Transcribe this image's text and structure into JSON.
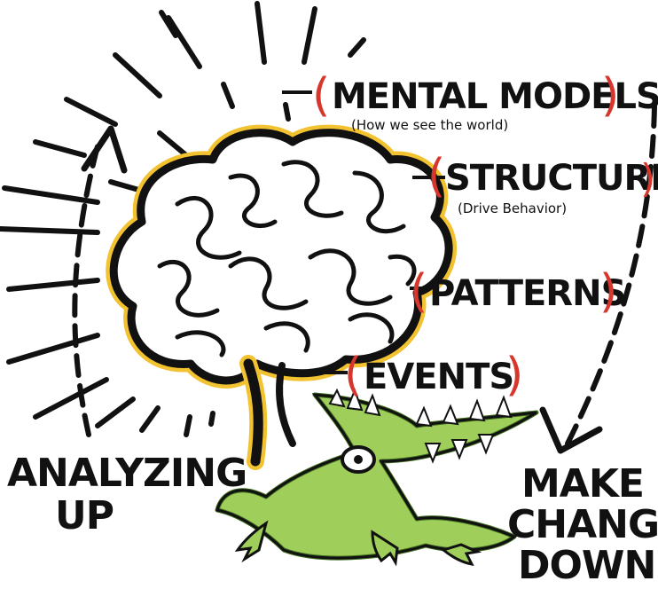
{
  "levels": [
    {
      "title": "MENTAL MODELS",
      "subtitle": "(How we see the world)"
    },
    {
      "title": "STRUCTURES",
      "subtitle": "(Drive Behavior)"
    },
    {
      "title": "PATTERNS",
      "subtitle": ""
    },
    {
      "title": "EVENTS",
      "subtitle": ""
    }
  ],
  "left_label": {
    "line1": "ANALYZING",
    "line2": "UP"
  },
  "right_label": {
    "line1": "MAKE",
    "line2": "CHANGE",
    "line3": "DOWN"
  },
  "colors": {
    "ink": "#111111",
    "accent_red": "#d6362b",
    "brain_glow": "#f2c230",
    "creature_green": "#9fcf5a",
    "creature_dark": "#3f6b1f",
    "background": "#ffffff"
  },
  "icons": [
    "brain-icon",
    "creature-icon",
    "up-arrow-icon",
    "down-arrow-icon",
    "sunburst-rays-icon"
  ]
}
